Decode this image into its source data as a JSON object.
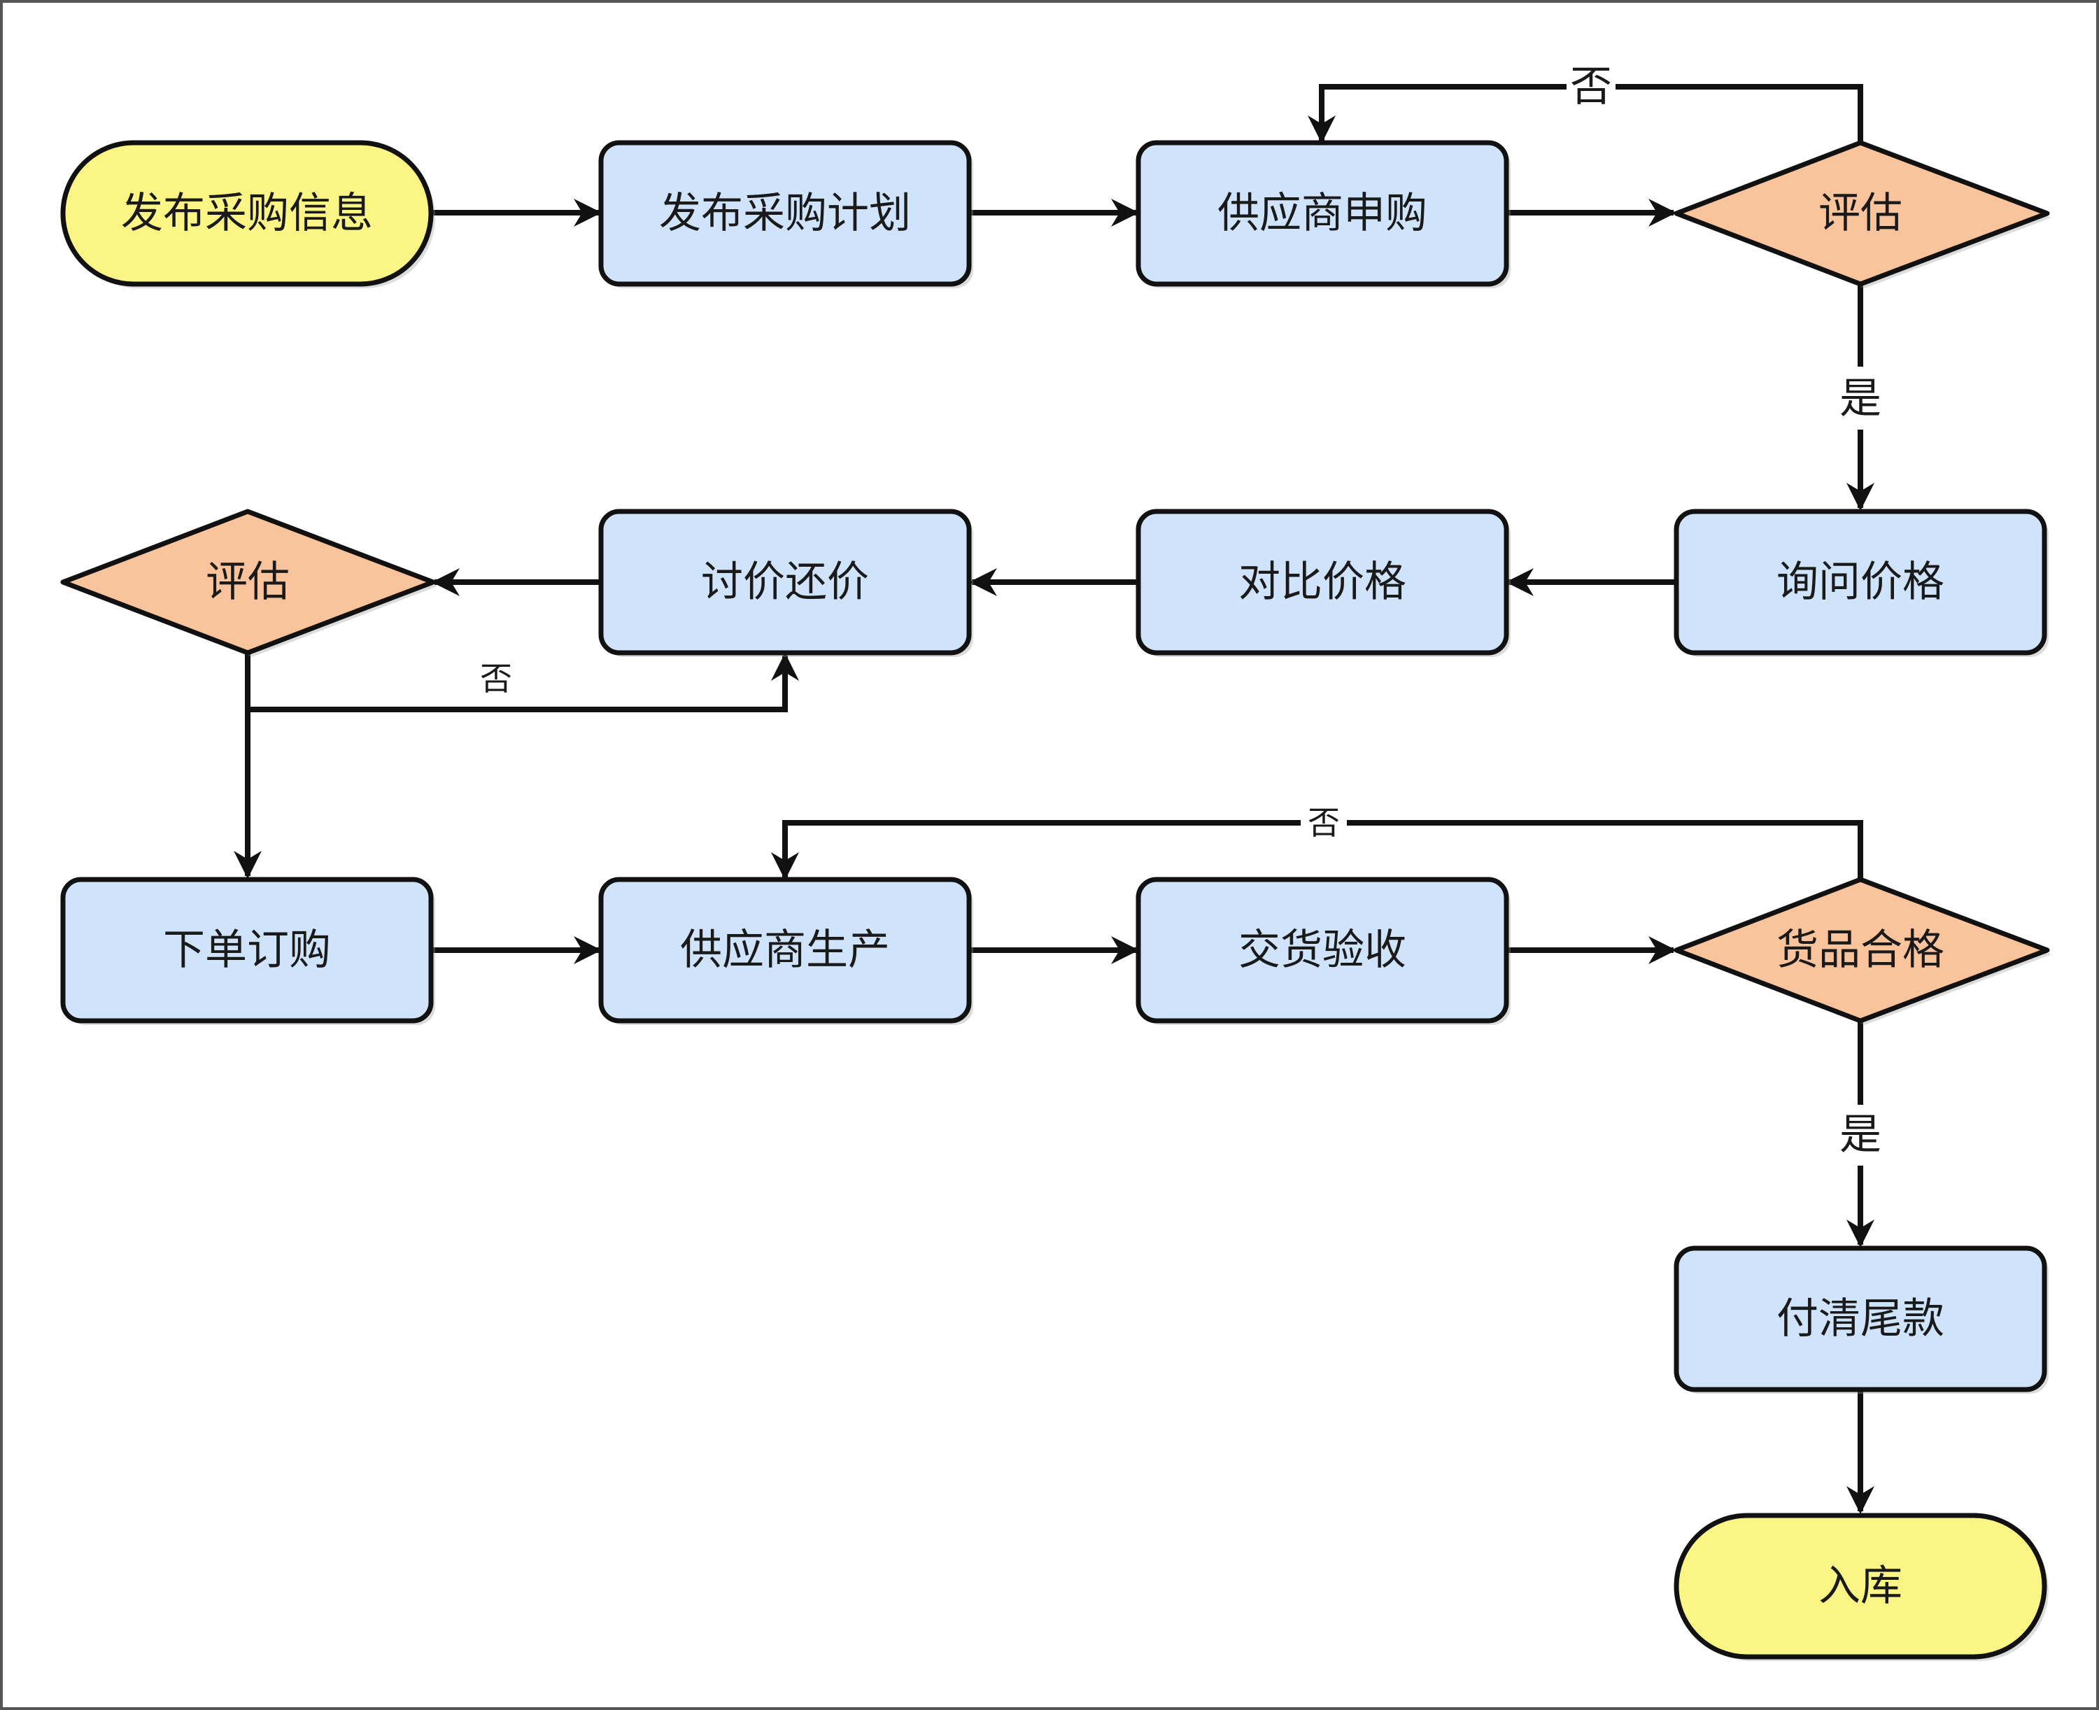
{
  "colors": {
    "terminal_fill": "#fbf585",
    "process_fill": "#cfe4fb",
    "decision_fill": "#f9c39b",
    "stroke": "#111111"
  },
  "nodes": {
    "start": "发布采购信息",
    "plan": "发布采购计划",
    "apply": "供应商申购",
    "eval1": "评估",
    "inquire": "询问价格",
    "compare": "对比价格",
    "negotiate": "讨价还价",
    "eval2": "评估",
    "order": "下单订购",
    "produce": "供应商生产",
    "delivery": "交货验收",
    "qualified": "货品合格",
    "pay": "付清尾款",
    "end": "入库"
  },
  "edges": {
    "eval1_no": "否",
    "eval1_yes": "是",
    "eval2_no": "否",
    "qualified_no": "否",
    "qualified_yes": "是"
  }
}
